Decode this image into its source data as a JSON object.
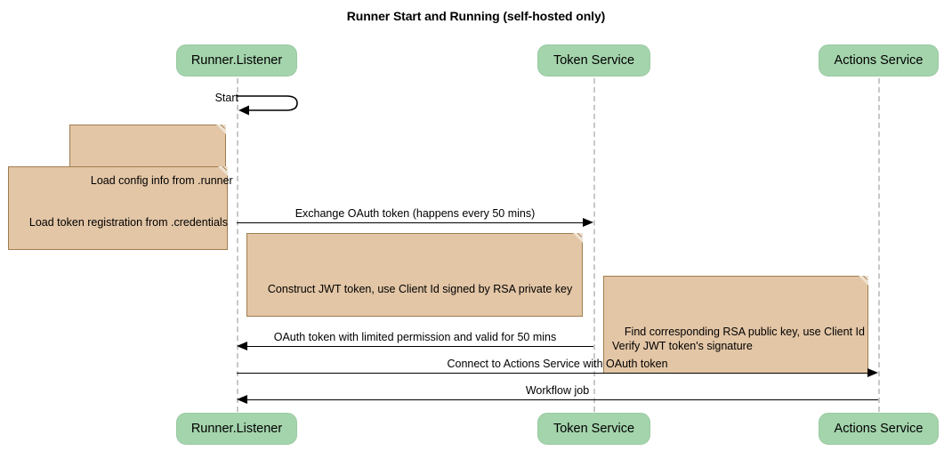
{
  "title": "Runner Start and Running (self-hosted only)",
  "colors": {
    "participant_fill": "#a4d4ac",
    "participant_border": "#9ac9a2",
    "note_fill": "#e3c6a6",
    "note_border": "#a07d50",
    "lifeline": "#c8c8c8",
    "message": "#000000",
    "background": "#ffffff"
  },
  "participants": [
    {
      "id": "runner",
      "label": "Runner.Listener"
    },
    {
      "id": "token",
      "label": "Token Service"
    },
    {
      "id": "actions",
      "label": "Actions Service"
    }
  ],
  "participants_bottom": [
    {
      "id": "runner",
      "label": "Runner.Listener"
    },
    {
      "id": "token",
      "label": "Token Service"
    },
    {
      "id": "actions",
      "label": "Actions Service"
    }
  ],
  "messages": [
    {
      "id": "start",
      "label": "Start",
      "from": "runner",
      "to": "runner",
      "kind": "self"
    },
    {
      "id": "exchange",
      "label": "Exchange OAuth token (happens every 50 mins)",
      "from": "runner",
      "to": "token",
      "direction": "right"
    },
    {
      "id": "oauth-return",
      "label": "OAuth token with limited permission and valid for 50 mins",
      "from": "token",
      "to": "runner",
      "direction": "left"
    },
    {
      "id": "connect",
      "label": "Connect to Actions Service with OAuth token",
      "from": "runner",
      "to": "actions",
      "direction": "right"
    },
    {
      "id": "workflow",
      "label": "Workflow job",
      "from": "actions",
      "to": "runner",
      "direction": "left"
    }
  ],
  "notes": [
    {
      "id": "load-config",
      "text": "Load config info from .runner"
    },
    {
      "id": "load-token",
      "text": "Load token registration from .credentials"
    },
    {
      "id": "construct-jwt",
      "text": "Construct JWT token, use Client Id signed by RSA private key"
    },
    {
      "id": "verify-jwt",
      "text": "Find corresponding RSA public key, use Client Id\nVerify JWT token's signature"
    }
  ]
}
